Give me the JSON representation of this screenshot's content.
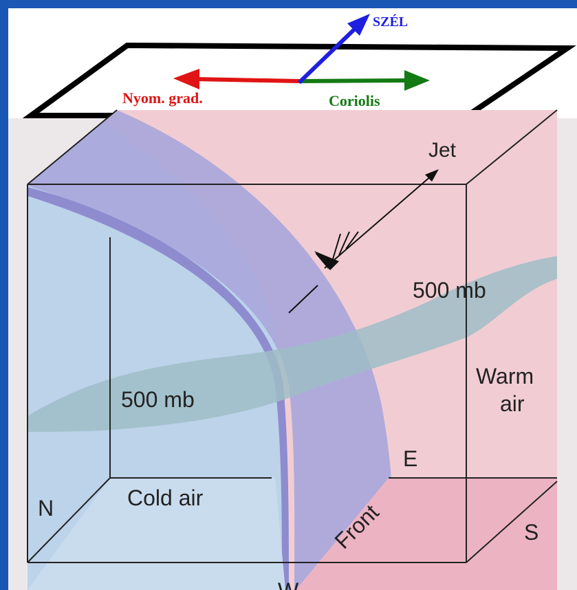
{
  "top_panel": {
    "wind_label": "SZÉL",
    "pressure_gradient_label": "Nyom. grad.",
    "coriolis_label": "Coriolis",
    "colors": {
      "wind": "#1f1fe0",
      "pressure_gradient": "#e01414",
      "coriolis": "#147a14"
    }
  },
  "block": {
    "jet_label": "Jet",
    "isobar_label_back": "500 mb",
    "isobar_label_front": "500 mb",
    "warm_air_label_line1": "Warm",
    "warm_air_label_line2": "air",
    "cold_air_label": "Cold air",
    "front_label": "Front",
    "compass": {
      "north": "N",
      "south": "S",
      "east": "E",
      "west": "W"
    },
    "colors": {
      "cold_side": "#bcd3ea",
      "warm_side": "#f1cdd3",
      "front_band": "#a9a6dc",
      "isobar_surface": "#9fbdc7"
    }
  }
}
